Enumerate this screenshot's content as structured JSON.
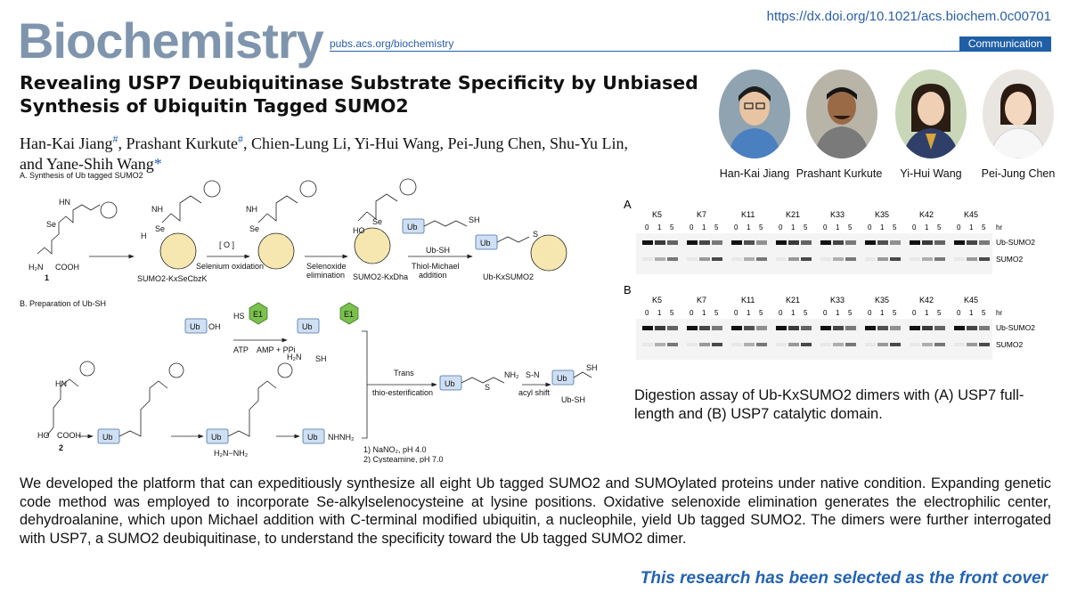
{
  "header": {
    "journal_name": "Biochemistry",
    "journal_url": "pubs.acs.org/biochemistry",
    "doi": "https://dx.doi.org/10.1021/acs.biochem.0c00701",
    "article_type": "Communication"
  },
  "title": "Revealing USP7 Deubiquitinase Substrate Specificity by Unbiased Synthesis of Ubiquitin Tagged SUMO2",
  "authors": [
    {
      "name": "Han-Kai Jiang",
      "mark": "#"
    },
    {
      "name": "Prashant Kurkute",
      "mark": "#"
    },
    {
      "name": "Chien-Lung Li",
      "mark": ""
    },
    {
      "name": "Yi-Hui Wang",
      "mark": ""
    },
    {
      "name": "Pei-Jung Chen",
      "mark": ""
    },
    {
      "name": "Shu-Yu Lin",
      "mark": ""
    },
    {
      "name": "and Yane-Shih Wang",
      "mark": "*"
    }
  ],
  "photos": [
    {
      "name": "Han-Kai Jiang"
    },
    {
      "name": "Prashant Kurkute"
    },
    {
      "name": "Yi-Hui Wang"
    },
    {
      "name": "Pei-Jung Chen"
    }
  ],
  "scheme": {
    "section_a": "A. Synthesis of Ub tagged SUMO2",
    "section_b": "B. Preparation of Ub-SH",
    "compound_1": "1",
    "compound_2": "2",
    "kxsecbzk": "SUMO2-KxSeCbzK",
    "kxdha": "SUMO2-KxDha",
    "kxsumo2": "Ub-KxSUMO2",
    "oxidant": "[ O ]",
    "step_oxidation": "Selenium oxidation",
    "step_elimination_1": "Selenoxide",
    "step_elimination_2": "elimination",
    "ubsh_reagent": "Ub-SH",
    "step_michael_1": "Thiol-Michael",
    "step_michael_2": "addition",
    "ub": "Ub",
    "e1": "E1",
    "atp": "ATP",
    "amp": "AMP + PPi",
    "trans_1": "Trans",
    "trans_2": "thio-esterification",
    "sn_1": "S-N",
    "sn_2": "acyl shift",
    "ubsh_product": "Ub-SH",
    "cond_1": "1) NaNO₂, pH 4.0",
    "cond_2": "2) Cysteamine, pH 7.0"
  },
  "gels": {
    "panels": [
      {
        "label": "A",
        "lanes": [
          "K5",
          "K7",
          "K11",
          "K21",
          "K33",
          "K35",
          "K42",
          "K45"
        ]
      },
      {
        "label": "B",
        "lanes": [
          "K5",
          "K7",
          "K11",
          "K21",
          "K33",
          "K35",
          "K42",
          "K45"
        ]
      }
    ],
    "timepoints": [
      "0",
      "1",
      "5"
    ],
    "time_unit": "hr",
    "band_upper": "Ub-SUMO2",
    "band_lower": "SUMO2"
  },
  "caption": "Digestion assay of Ub-KxSUMO2 dimers with (A) USP7 full-length and (B) USP7 catalytic domain.",
  "summary": "We developed the platform that can expeditiously synthesize all eight Ub tagged SUMO2 and SUMOylated proteins under native condition. Expanding genetic code method was employed to incorporate Se-alkylselenocysteine at lysine positions. Oxidative selenoxide elimination generates the electrophilic center, dehydroalanine, which upon Michael addition with C-terminal modified ubiquitin, a nucleophile, yield Ub tagged SUMO2. The dimers were further interrogated with USP7, a SUMO2 deubiquitinase, to understand the specificity toward the Ub tagged SUMO2 dimer.",
  "cover_note": "This research has been selected as the front cover",
  "colors": {
    "accent": "#2a5fa8",
    "logo": "#7f95ad",
    "cover": "#2463b0"
  }
}
